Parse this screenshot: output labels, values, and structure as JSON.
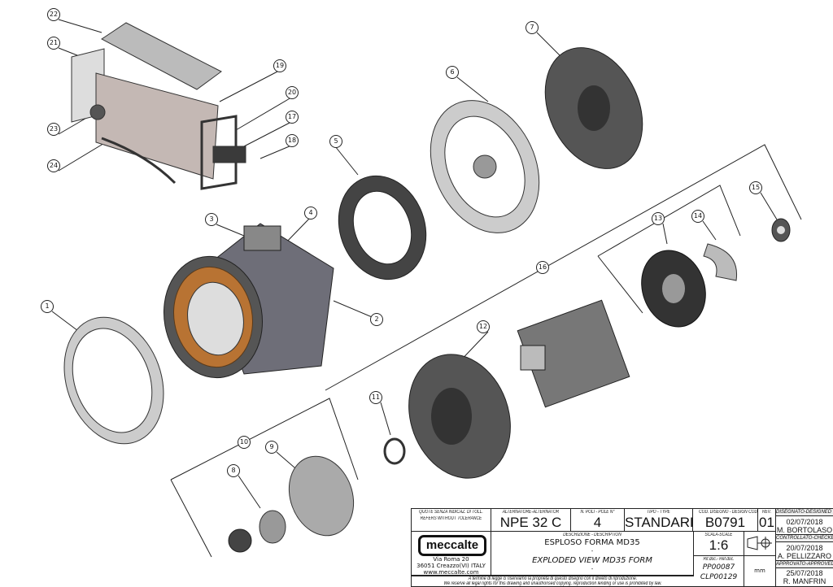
{
  "callouts": [
    "1",
    "2",
    "3",
    "4",
    "5",
    "6",
    "7",
    "8",
    "9",
    "10",
    "11",
    "12",
    "13",
    "14",
    "15",
    "16",
    "17",
    "18",
    "19",
    "20",
    "21",
    "22",
    "23",
    "24"
  ],
  "title_block": {
    "tolerance_it": "QUOTE SENZA INDICAZ. DI TOLL.",
    "tolerance_en": "REFERS WITHOUT TOLERANCE",
    "alternator_label": "ALTERNATORE-ALTERNATOR",
    "alternator_value": "NPE 32 C",
    "poles_label": "N. POLI - POLE N°",
    "poles_value": "4",
    "type_label": "TIPO - TYPE",
    "type_value": "STANDARD",
    "design_code_label": "COD. DISEGNO - DESIGN COD.",
    "design_code_value": "B0791",
    "rev_label": "REV.",
    "rev_value": "01",
    "designed_label": "DISEGNATO-DESIGNED BY",
    "designed_date": "02/07/2018",
    "designed_name": "M. BORTOLASO",
    "logo_text": "meccalte",
    "address_1": "Via Roma 20",
    "address_2": "36051 Creazzo(VI) ITALY",
    "website": "www.meccalte.com",
    "description_label": "DESCRIZIONE - DESCRIPTION",
    "description_it": "ESPLOSO FORMA MD35",
    "dash1": "-",
    "description_en": "EXPLODED VIEW MD35 FORM",
    "dash2": "-",
    "scale_label": "SCALA-SCALE",
    "scale_value": "1:6",
    "ref_label": "Rif.doc.- Ref.doc.",
    "ref_1": "PP00087",
    "ref_2": "CLP00129",
    "units": "mm",
    "checked_label": "CONTROLLATO-CHECKED BY",
    "checked_date": "20/07/2018",
    "checked_name": "A. PELLIZZARO",
    "approved_label": "APPROVATO-APPROVED BY",
    "approved_date": "25/07/2018",
    "approved_name": "R. MANFRIN",
    "legal_it": "A termine di legge ci riserviamo la proprieta di questo disegno con il divieto di riproduzione.",
    "legal_en": "We reserve all legal rights for this drawing and unauthorised copying, reproduction lending or use is prohibited by law."
  }
}
